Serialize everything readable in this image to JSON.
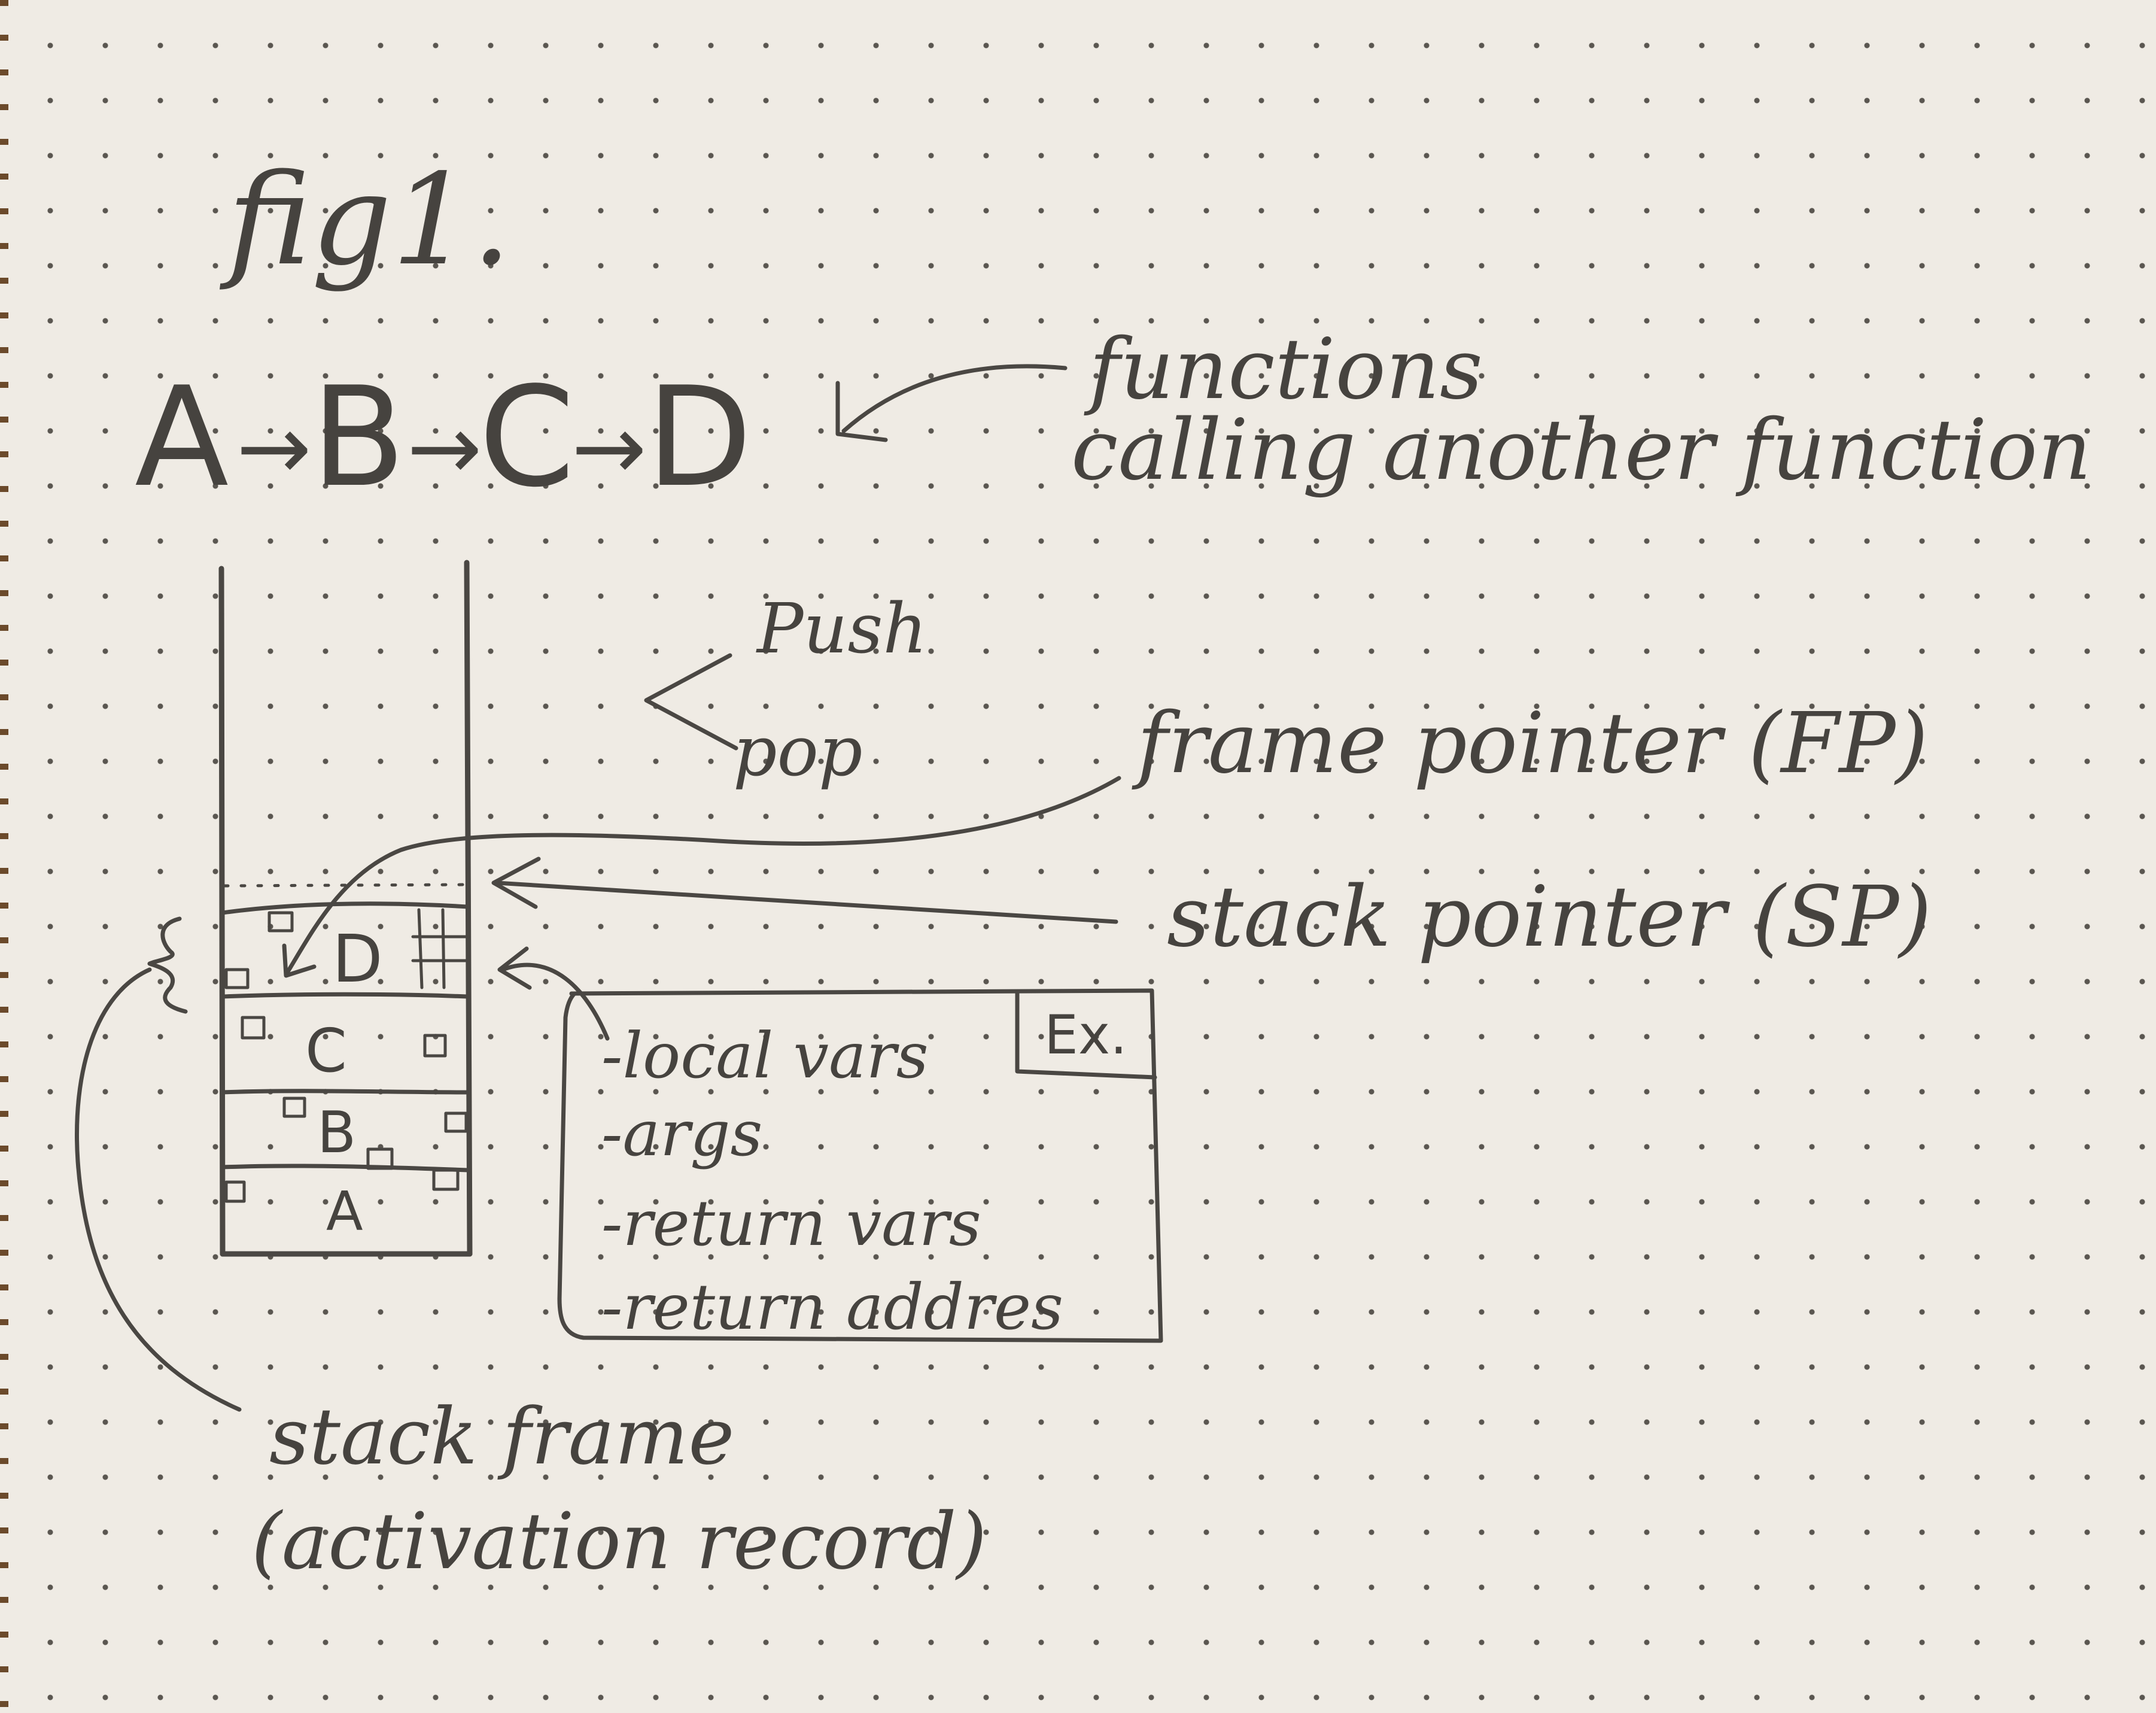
{
  "figure_title": "fig1.",
  "call_chain": {
    "functions": [
      "A",
      "B",
      "C",
      "D"
    ],
    "arrow_glyph": "→"
  },
  "call_chain_note": {
    "line1": "functions",
    "line2": "calling another function"
  },
  "push_label": "Push",
  "pop_label": "pop",
  "frame_pointer_label": "frame pointer (FP)",
  "stack_pointer_label": "stack pointer (SP)",
  "stack_frames": [
    "D",
    "C",
    "B",
    "A"
  ],
  "example_box": {
    "tag": "Ex.",
    "items": [
      "-local vars",
      "-args",
      "-return vars",
      "-return addres"
    ]
  },
  "stack_frame_note": {
    "line1": "stack frame",
    "line2": "(activation record)"
  }
}
